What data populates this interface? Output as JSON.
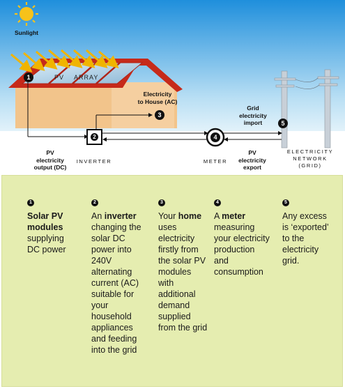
{
  "sun_label": "Sunlight",
  "roof_text": {
    "pv": "PV",
    "array": "ARRAY"
  },
  "labels": {
    "ac_to_house": [
      "Electricity",
      "to House (AC)"
    ],
    "grid_import": [
      "Grid",
      "electricity",
      "import"
    ],
    "pv_output": [
      "PV",
      "electricity",
      "output (DC)"
    ],
    "inverter": "INVERTER",
    "meter": "METER",
    "pv_export": [
      "PV",
      "electricity",
      "export"
    ],
    "network": [
      "ELECTRICITY",
      "NETWORK",
      "(GRID)"
    ]
  },
  "markers": [
    "1",
    "2",
    "3",
    "4",
    "5"
  ],
  "columns": [
    {
      "num": "1",
      "lines": [
        [
          {
            "t": "Solar PV",
            "b": true
          }
        ],
        [
          {
            "t": "modules",
            "b": true
          }
        ],
        [
          {
            "t": "supplying"
          }
        ],
        [
          {
            "t": "DC power"
          }
        ]
      ]
    },
    {
      "num": "2",
      "lines": [
        [
          {
            "t": "An "
          },
          {
            "t": "inverter",
            "b": true
          }
        ],
        [
          {
            "t": "changing the"
          }
        ],
        [
          {
            "t": "solar DC"
          }
        ],
        [
          {
            "t": "power into"
          }
        ],
        [
          {
            "t": "240V"
          }
        ],
        [
          {
            "t": "alternating"
          }
        ],
        [
          {
            "t": "current (AC)"
          }
        ],
        [
          {
            "t": "suitable for"
          }
        ],
        [
          {
            "t": "your"
          }
        ],
        [
          {
            "t": "household"
          }
        ],
        [
          {
            "t": "appliances"
          }
        ],
        [
          {
            "t": "and feeding"
          }
        ],
        [
          {
            "t": "into the grid"
          }
        ]
      ]
    },
    {
      "num": "3",
      "lines": [
        [
          {
            "t": "Your "
          },
          {
            "t": "home",
            "b": true
          }
        ],
        [
          {
            "t": "uses"
          }
        ],
        [
          {
            "t": "electricity"
          }
        ],
        [
          {
            "t": "firstly from"
          }
        ],
        [
          {
            "t": "the solar PV"
          }
        ],
        [
          {
            "t": "modules"
          }
        ],
        [
          {
            "t": "with"
          }
        ],
        [
          {
            "t": "additional"
          }
        ],
        [
          {
            "t": "demand"
          }
        ],
        [
          {
            "t": "supplied"
          }
        ],
        [
          {
            "t": "from the grid"
          }
        ]
      ]
    },
    {
      "num": "4",
      "lines": [
        [
          {
            "t": "A "
          },
          {
            "t": "meter",
            "b": true
          }
        ],
        [
          {
            "t": "measuring"
          }
        ],
        [
          {
            "t": "your electricity"
          }
        ],
        [
          {
            "t": "production"
          }
        ],
        [
          {
            "t": "and"
          }
        ],
        [
          {
            "t": "consumption"
          }
        ]
      ]
    },
    {
      "num": "5",
      "lines": [
        [
          {
            "t": "Any excess"
          }
        ],
        [
          {
            "t": "is ‘exported’"
          }
        ],
        [
          {
            "t": "to the"
          }
        ],
        [
          {
            "t": "electricity"
          }
        ],
        [
          {
            "t": "grid."
          }
        ]
      ]
    }
  ],
  "colors": {
    "sky_top": "#1f8fdc",
    "sky_bottom": "#d2ebf7",
    "sun": "#f7c21a",
    "roof": "#c62a1a",
    "wall": "#f2c48b",
    "panel_tint": "#e5edb0",
    "arrow": "#f0b400"
  }
}
